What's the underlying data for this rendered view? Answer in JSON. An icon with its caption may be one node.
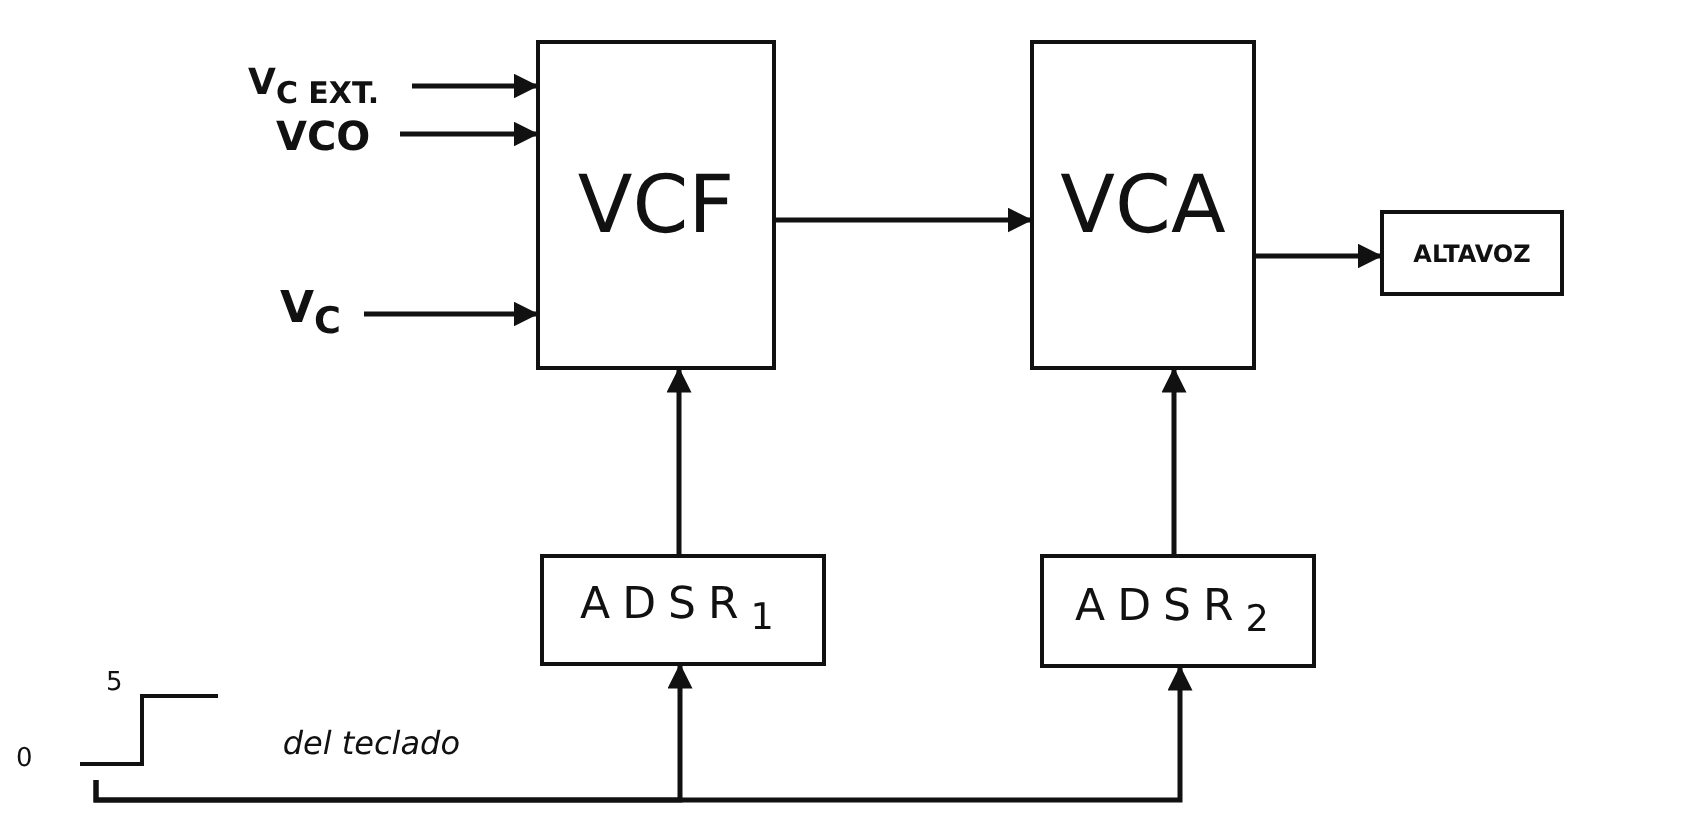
{
  "diagram": {
    "nodes": [
      {
        "text": [
          "V$_{C EXT.}$"
        ]
      },
      {
        "text": [
          "VCO"
        ]
      },
      {
        "text": [
          "V$_{C}$"
        ]
      },
      {
        "text": [
          "VCF"
        ]
      },
      {
        "text": [
          "VCA"
        ]
      },
      {
        "text": [
          "ALTAVOZ"
        ]
      },
      {
        "text": [
          "ADSR$_{1}$"
        ]
      },
      {
        "text": [
          "ADSR$_{2}$"
        ]
      },
      {
        "text": [
          "del teclado"
        ]
      }
    ],
    "edges": [
      {
        "from": 0,
        "to": 3,
        "arrow": "to"
      },
      {
        "from": 1,
        "to": 3,
        "arrow": "to"
      },
      {
        "from": 2,
        "to": 3,
        "arrow": "to"
      },
      {
        "from": 3,
        "to": 4,
        "arrow": "to"
      },
      {
        "from": 4,
        "to": 5,
        "arrow": "to"
      },
      {
        "from": 6,
        "to": 3,
        "arrow": "to"
      },
      {
        "from": 7,
        "to": 4,
        "arrow": "to"
      },
      {
        "from": 8,
        "to": 6,
        "arrow": "to"
      },
      {
        "from": 8,
        "to": 7,
        "arrow": "to"
      }
    ],
    "labels": [
      "5",
      "0"
    ]
  }
}
